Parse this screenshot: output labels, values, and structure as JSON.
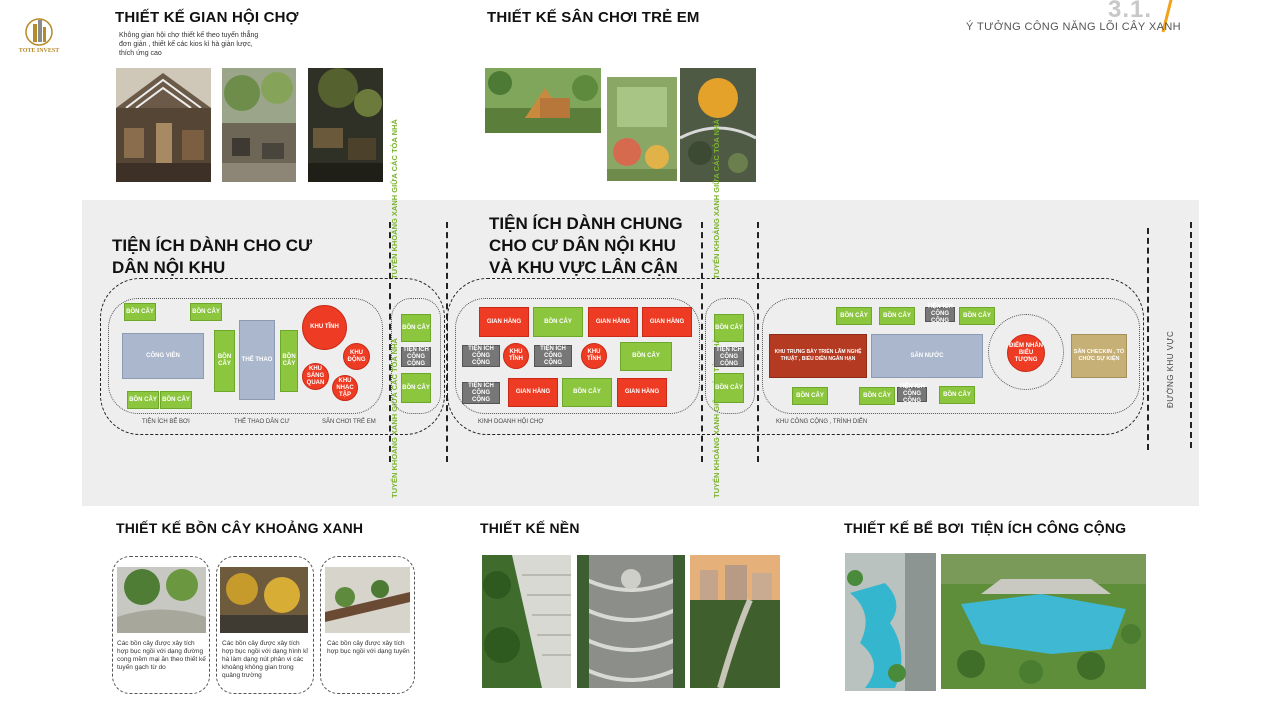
{
  "logo": {
    "text": "TOTE INVEST",
    "color": "#b58a2a"
  },
  "page": {
    "number": "3.1.",
    "subtitle": "Ý TƯỞNG CÔNG NĂNG LÕI CÂY XANH",
    "accent": "#f0a31b"
  },
  "sections": {
    "fair": {
      "title": "THIẾT KẾ GIAN HỘI CHỢ",
      "note": "Không gian hội chợ thiết kế theo tuyến thẳng đơn giản , thiết kế các kios kì hà giàn lược, thích ứng cao"
    },
    "playground": {
      "title": "THIẾT KẾ SÂN CHƠI TRẺ EM"
    },
    "planter": {
      "title": "THIẾT KẾ BỒN CÂY KHOẢNG XANH"
    },
    "floor": {
      "title": "THIẾT KẾ NỀN"
    },
    "pool": {
      "title": "THIẾT KẾ BỂ BƠI"
    },
    "public": {
      "title": "TIỆN ÍCH CÔNG CỘNG"
    }
  },
  "diagram": {
    "title_left_1": "TIỆN ÍCH DÀNH CHO CƯ",
    "title_left_2": "DÂN NỘI KHU",
    "title_mid_1": "TIỆN ÍCH DÀNH CHUNG",
    "title_mid_2": "CHO CƯ DÂN NỘI KHU",
    "title_mid_3": "VÀ KHU VỰC LÂN CẬN",
    "corridor": "TUYẾN KHOẢNG XANH GIỮA CÁC TÒA NHÀ",
    "road": "ĐƯỜNG KHU VỰC",
    "labels": {
      "bon_cay": "BỒN CÂY",
      "cong_vien": "CÔNG VIÊN",
      "the_thao": "THỂ THAO",
      "khu_tinh": "KHU TĨNH",
      "khu_dong": "KHU ĐỘNG",
      "khu_sang_quan": "KHU SÁNG QUAN",
      "khu_nhac_tap": "KHU NHẠC TẬP",
      "tien_ich_cong_cong": "TIỆN ÍCH CÔNG CỘNG",
      "gian_hang": "GIAN HÀNG",
      "khu_tinh_small": "KHU TĨNH",
      "khu_trung_bay": "KHU TRƯNG BÀY TRIỂN LÃM NGHỆ THUẬT , BIỂU DIỄN NGẮN HẠN",
      "san_nuoc": "SÂN NƯỚC",
      "bieu_tuong": "ĐIỂM NHẤN BIỂU TƯỢNG",
      "san_check_in": "SÂN CHECKIN , TỔ CHỨC SỰ KIỆN"
    },
    "zone_captions": {
      "pool": "TIỆN ÍCH BỂ BƠI",
      "sport": "THỂ THAO DÂN CƯ",
      "kids": "SÂN CHƠI TRẺ EM",
      "fair": "KINH DOANH HỘI CHỢ",
      "public": "KHU CÔNG CỘNG , TRÌNH DIỄN"
    },
    "colors": {
      "green": "#8cc63f",
      "red": "#ee3b24",
      "blue": "#aab7cc",
      "gray": "#777777",
      "brown": "#b53a22",
      "tan": "#c7b075"
    }
  },
  "cards": [
    {
      "text": "Các bồn cây được xây tích hợp bục ngồi với dạng đường cong mềm mại ăn theo thiết kế tuyến gạch từ do"
    },
    {
      "text": "Các bồn cây được xây tích hợp bục ngồi với dạng hình kỉ hà làm dạng nút phân vi các khoảng không gian trong quảng trường"
    },
    {
      "text": "Các bồn cây được xây tích hợp bục ngồi với dạng tuyến"
    }
  ]
}
